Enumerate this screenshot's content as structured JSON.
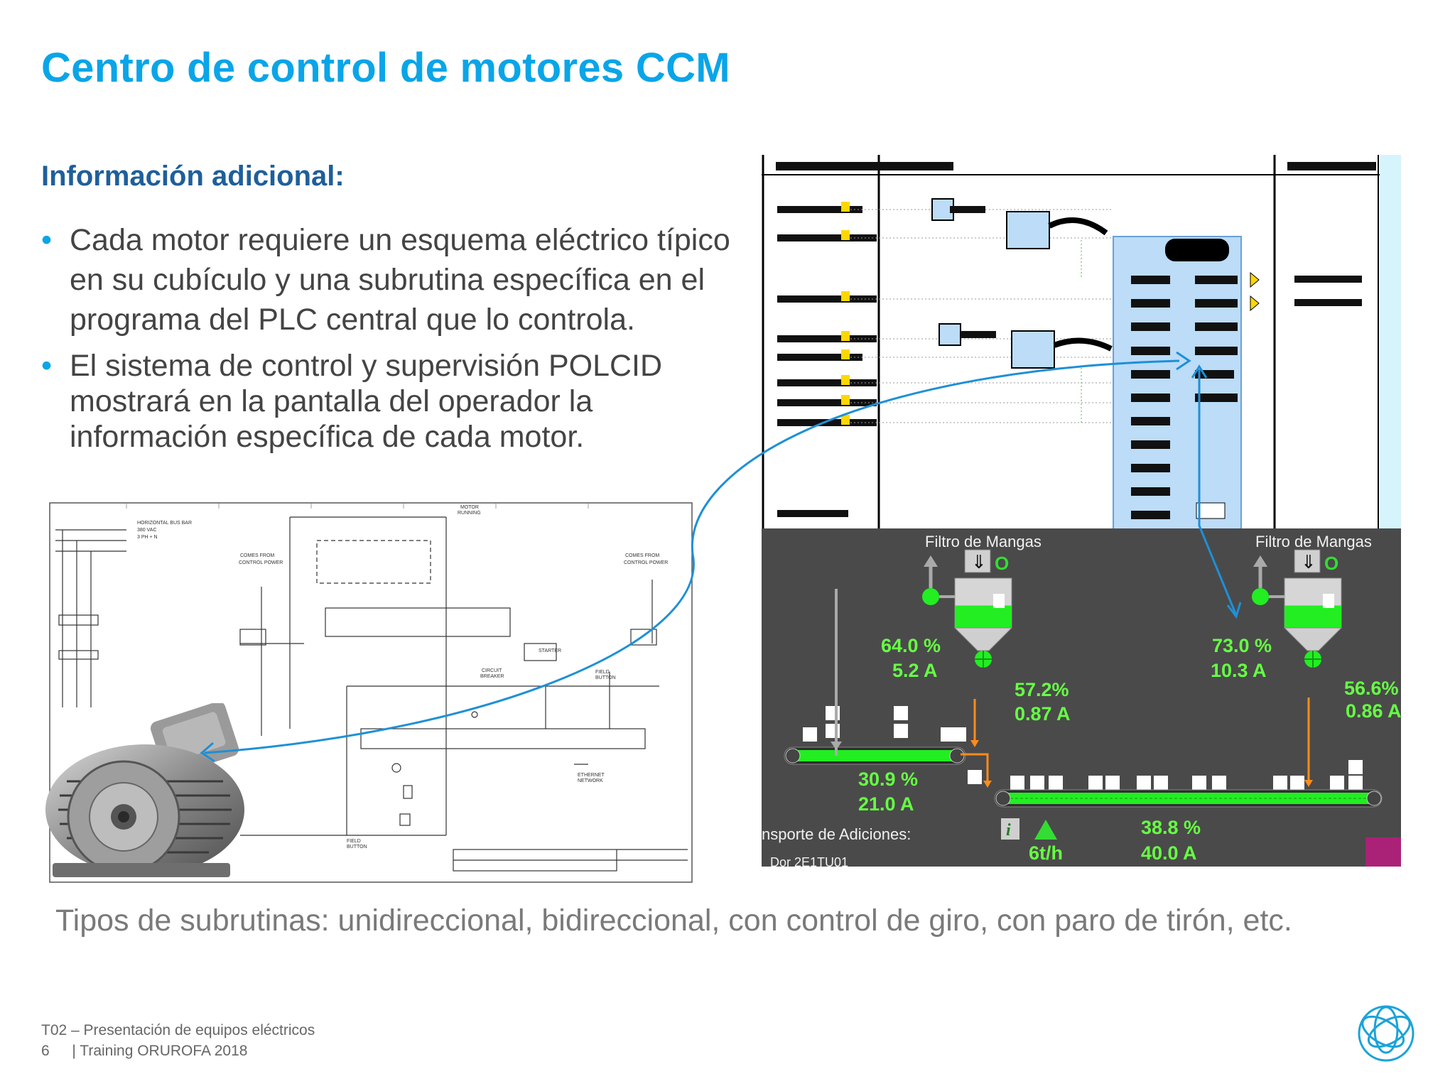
{
  "slide": {
    "title": "Centro de control de motores CCM",
    "subtitle": "Información adicional:",
    "bullets": [
      "Cada motor requiere un esquema eléctrico típico en su cubículo y una subrutina específica en el programa del PLC central que lo controla.",
      "El sistema de control y supervisión POLCID mostrará en la pantalla del operador la información específica de cada motor."
    ],
    "bottom_text": "Tipos de subrutinas: unidireccional, bidireccional, con control de giro, con paro de tirón, etc."
  },
  "hmi": {
    "filter_left": {
      "label": "Filtro de Mangas",
      "percent": "64.0 %",
      "current": "5.2 A",
      "level": 0.45
    },
    "filter_right": {
      "label": "Filtro de Mangas",
      "percent": "73.0 %",
      "current": "10.3 A",
      "level": 0.45
    },
    "valve_left": {
      "percent": "57.2%",
      "current": "0.87 A"
    },
    "valve_right": {
      "percent": "56.6%",
      "current": "0.86 A"
    },
    "conveyor_1": {
      "percent": "30.9 %",
      "current": "21.0 A"
    },
    "conveyor_2": {
      "percent": "38.8 %",
      "current": "40.0 A"
    },
    "transport_label": "nsporte de Adiciones:",
    "flow": "6t/h",
    "tag_partial": "Dor 2E1TU01"
  },
  "footer": {
    "line1": "T02 – Presentación de equipos eléctricos",
    "page": "6",
    "line2": "| Training ORUROFA 2018"
  },
  "colors": {
    "title": "#0aa5e8",
    "subtitle": "#1f5f9a",
    "hmi_background": "#4a4a4a",
    "hmi_green": "#66ff44",
    "plc_block": "#bcdcf7",
    "arrow": "#1e90d6"
  }
}
